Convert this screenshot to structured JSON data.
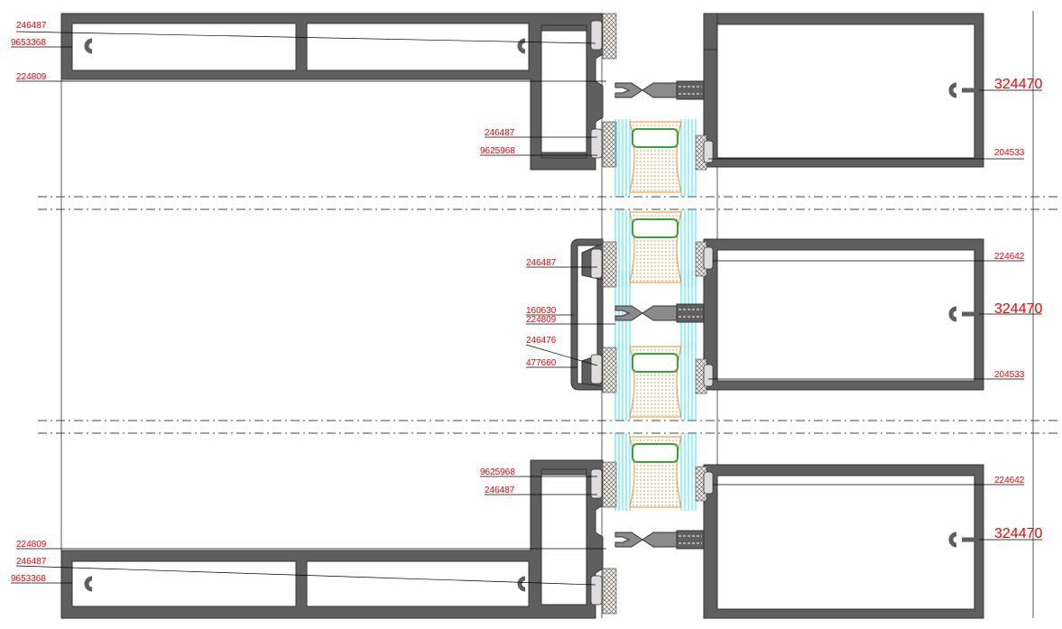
{
  "drawing": {
    "section_top": {
      "labels": [
        "246487",
        "9653368",
        "224809",
        "246487",
        "9625968",
        "324470",
        "204533"
      ]
    },
    "section_middle": {
      "labels": [
        "246487",
        "160630",
        "224809",
        "246476",
        "477660",
        "224642",
        "324470",
        "204533"
      ]
    },
    "section_bottom": {
      "labels": [
        "9625968",
        "246487",
        "224809",
        "246487",
        "9653368",
        "224642",
        "324470"
      ]
    }
  },
  "colors": {
    "label": "#ff0000",
    "aluminium": "#5f5f5f",
    "glass": "#00e0ff",
    "spacer": "#f4a050",
    "spacer_core": "#3aa03a"
  }
}
